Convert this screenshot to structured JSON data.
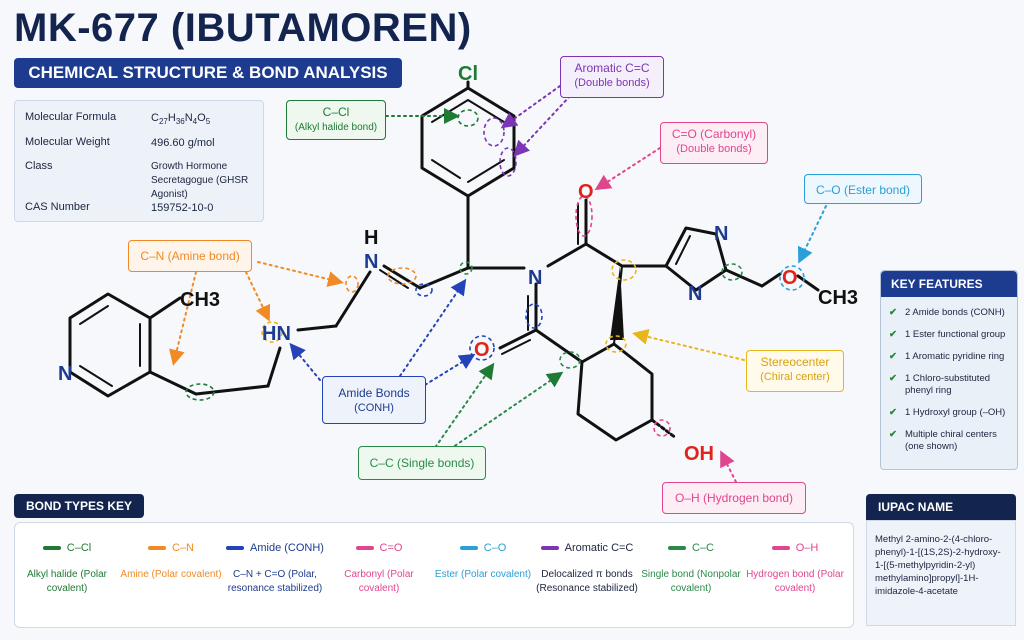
{
  "title": "MK-677 (IBUTAMOREN)",
  "subtitle": "CHEMICAL STRUCTURE & BOND ANALYSIS",
  "info": [
    {
      "key": "Molecular Formula",
      "value": "C27H36N4O5"
    },
    {
      "key": "Molecular Weight",
      "value": "496.60 g/mol"
    },
    {
      "key": "Class",
      "value": "Growth Hormone Secretagogue (GHSR Agonist)"
    },
    {
      "key": "CAS Number",
      "value": "159752-10-0"
    }
  ],
  "formula_parts": {
    "c": "C",
    "c_n": "27",
    "h": "H",
    "h_n": "36",
    "n": "N",
    "n_n": "4",
    "o": "O",
    "o_n": "5"
  },
  "callouts": {
    "ccl": {
      "head": "C–Cl",
      "sub": "(Alkyl halide bond)"
    },
    "aromatic": {
      "head": "Aromatic C=C",
      "sub": "(Double bonds)"
    },
    "carbonyl": {
      "head": "C=O (Carbonyl)",
      "sub": "(Double bonds)"
    },
    "ester": {
      "head": "C–O (Ester bond)"
    },
    "amine": {
      "head": "C–N (Amine bond)"
    },
    "amide": {
      "head": "Amide Bonds",
      "sub": "(CONH)"
    },
    "single": {
      "head": "C–C (Single bonds)"
    },
    "stereo": {
      "head": "Stereocenter",
      "sub": "(Chiral center)"
    },
    "hydrogen": {
      "head": "O–H (Hydrogen bond)"
    }
  },
  "atoms": {
    "cl": "Cl",
    "h": "H",
    "n_amine_top": "N",
    "hn": "HN",
    "n_amide": "N",
    "o_top": "O",
    "o_left": "O",
    "n_im1": "N",
    "n_im2": "N",
    "o_ester": "O",
    "ch3_right": "CH3",
    "ch3_left": "CH3",
    "n_pyr": "N",
    "oh": "OH"
  },
  "features": {
    "title": "KEY FEATURES",
    "items": [
      "2 Amide bonds (CONH)",
      "1 Ester functional group",
      "1 Aromatic pyridine ring",
      "1 Chloro-substituted phenyl ring",
      "1 Hydroxyl group (–OH)",
      "Multiple chiral centers (one shown)"
    ]
  },
  "bond_key": {
    "title": "BOND TYPES KEY",
    "items": [
      {
        "name": "C–Cl",
        "desc": "Alkyl halide (Polar covalent)",
        "color": "#1e7a34"
      },
      {
        "name": "C–N",
        "desc": "Amine (Polar covalent)",
        "color": "#f08a24"
      },
      {
        "name": "Amide (CONH)",
        "desc": "C–N + C=O (Polar, resonance stabilized)",
        "color": "#2443b8"
      },
      {
        "name": "C=O",
        "desc": "Carbonyl (Polar covalent)",
        "color": "#e0468e"
      },
      {
        "name": "C–O",
        "desc": "Ester (Polar covalent)",
        "color": "#2b9fd8"
      },
      {
        "name": "Aromatic C=C",
        "desc": "Delocalized π bonds (Resonance stabilized)",
        "color": "#7b35b5"
      },
      {
        "name": "C–C",
        "desc": "Single bond (Nonpolar covalent)",
        "color": "#2a8a4a"
      },
      {
        "name": "O–H",
        "desc": "Hydrogen bond (Polar covalent)",
        "color": "#e0468e"
      }
    ]
  },
  "iupac": {
    "title": "IUPAC NAME",
    "text": "Methyl 2-amino-2-(4-chloro-phenyl)-1-[(1S,2S)-2-hydroxy-1-[(5-methylpyridin-2-yl) methylamino]propyl]-1H-imidazole-4-acetate"
  },
  "colors": {
    "navy": "#13244f",
    "blue": "#1d3b8f",
    "green": "#1e7a34",
    "orange": "#f08a24",
    "purple": "#7b35b5",
    "pink": "#e0468e",
    "cyan": "#2b9fd8",
    "gold": "#e8b51a",
    "red": "#e0231c"
  }
}
